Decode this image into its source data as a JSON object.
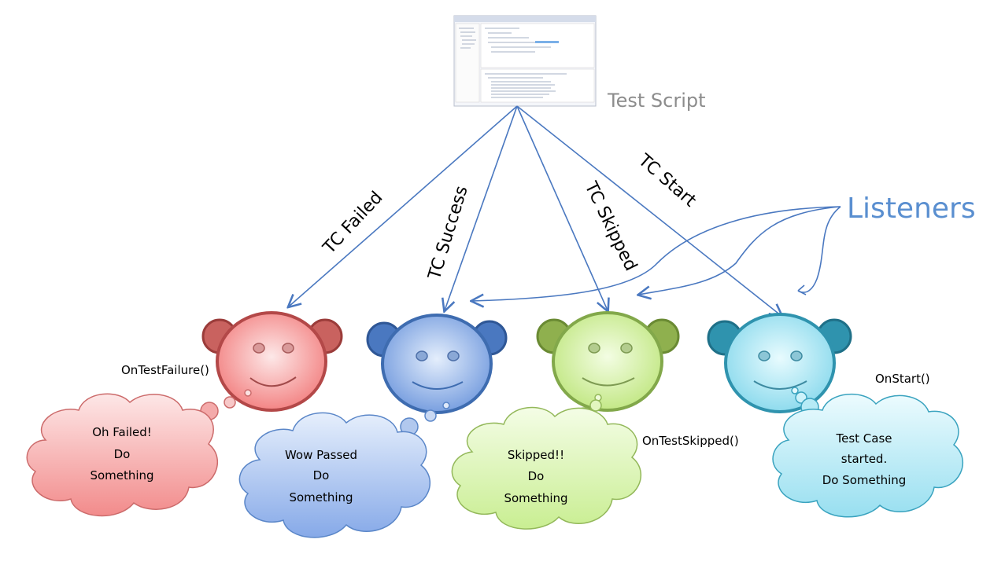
{
  "test_script": {
    "label": "Test Script"
  },
  "listeners": {
    "label": "Listeners"
  },
  "edges": {
    "failed": "TC Failed",
    "success": "TC Success",
    "skipped": "TC Skipped",
    "start": "TC Start"
  },
  "methods": {
    "failure": "OnTestFailure()",
    "skipped": "OnTestSkipped()",
    "start": "OnStart()"
  },
  "clouds": {
    "failed": [
      "Oh Failed!",
      "Do",
      "Something"
    ],
    "passed": [
      "Wow Passed",
      "Do",
      "Something"
    ],
    "skipped": [
      "Skipped!!",
      "Do",
      "Something"
    ],
    "started": [
      "Test Case",
      "started.",
      "Do Something"
    ]
  },
  "colors": {
    "arrow": "#4a78c0",
    "red": "#f08a8a",
    "red_dark": "#b34848",
    "blue": "#7fa6e6",
    "blue_dark": "#3e6cb0",
    "green": "#c7ec8e",
    "green_dark": "#82a84a",
    "cyan": "#8fdcee",
    "cyan_dark": "#2f93ae",
    "label_gray": "#8c8c8c",
    "listeners_blue": "#5a8fd0"
  }
}
